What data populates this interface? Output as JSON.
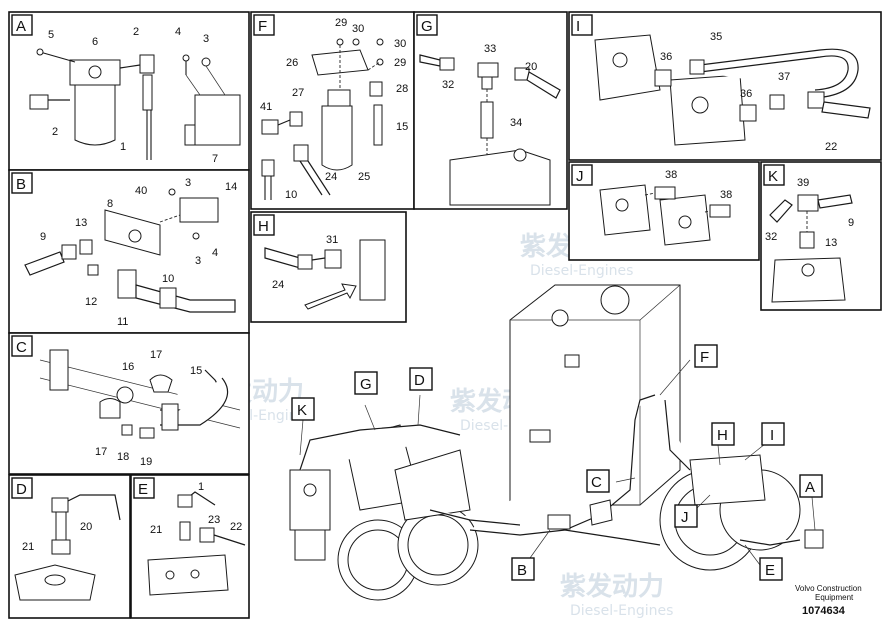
{
  "watermark": {
    "brand": "紫发动力",
    "sub": "Diesel-Engines"
  },
  "panels": {
    "A": {
      "tag": "A",
      "labels": [
        "5",
        "6",
        "2",
        "4",
        "3",
        "2",
        "1",
        "7"
      ]
    },
    "B": {
      "tag": "B",
      "labels": [
        "8",
        "40",
        "3",
        "14",
        "9",
        "13",
        "3",
        "4",
        "12",
        "10",
        "11"
      ]
    },
    "C": {
      "tag": "C",
      "labels": [
        "16",
        "17",
        "15",
        "17",
        "18",
        "19"
      ]
    },
    "D": {
      "tag": "D",
      "labels": [
        "20",
        "21"
      ]
    },
    "E": {
      "tag": "E",
      "labels": [
        "1",
        "21",
        "23",
        "22"
      ]
    },
    "F": {
      "tag": "F",
      "labels": [
        "29",
        "30",
        "30",
        "26",
        "29",
        "27",
        "28",
        "41",
        "15",
        "24",
        "25",
        "10"
      ]
    },
    "G": {
      "tag": "G",
      "labels": [
        "33",
        "20",
        "32",
        "34"
      ]
    },
    "H": {
      "tag": "H",
      "labels": [
        "31",
        "24"
      ]
    },
    "I": {
      "tag": "I",
      "labels": [
        "35",
        "36",
        "37",
        "36",
        "22"
      ]
    },
    "J": {
      "tag": "J",
      "labels": [
        "38",
        "38"
      ]
    },
    "K": {
      "tag": "K",
      "labels": [
        "39",
        "32",
        "9",
        "13"
      ]
    }
  },
  "overview_tags": [
    "F",
    "G",
    "D",
    "K",
    "H",
    "I",
    "C",
    "A",
    "J",
    "E",
    "B"
  ],
  "caption": {
    "line1": "Volvo Construction",
    "line2": "Equipment",
    "ref": "1074634"
  }
}
